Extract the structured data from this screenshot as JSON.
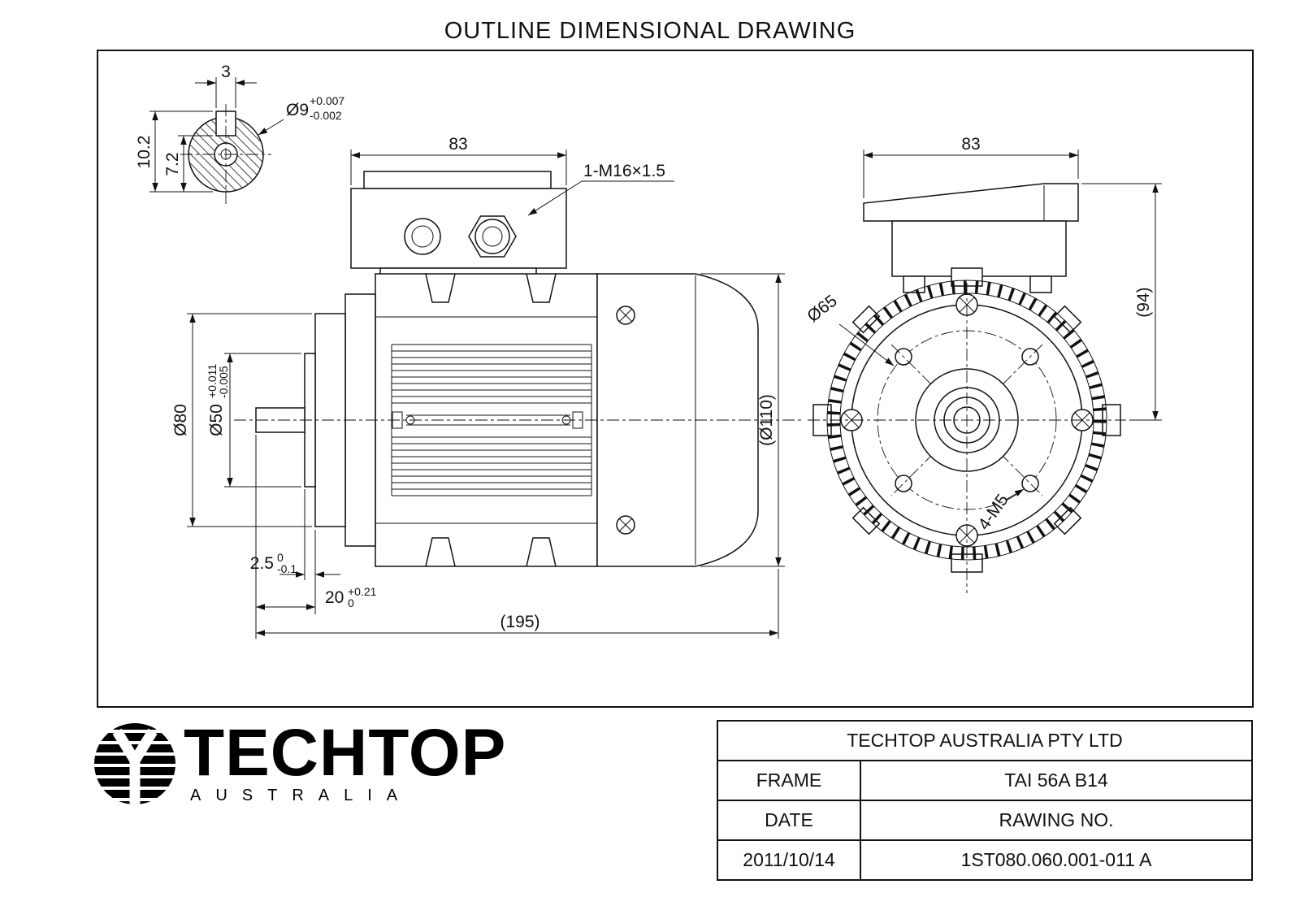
{
  "page": {
    "title": "OUTLINE DIMENSIONAL DRAWING"
  },
  "shaft_detail": {
    "keyway_width": "3",
    "height_over_key": "10.2",
    "depth": "7.2",
    "bore": "Ø9",
    "bore_tol_top": "+0.007",
    "bore_tol_bottom": "-0.002"
  },
  "side_view": {
    "terminal_box_width": "83",
    "gland": "1-M16×1.5",
    "flange_dia": "Ø80",
    "spigot_dia": "Ø50",
    "spigot_tol_top": "+0.011",
    "spigot_tol_bottom": "-0.005",
    "spigot_depth": "2.5",
    "spigot_depth_tol_top": "0",
    "spigot_depth_tol_bottom": "-0.1",
    "shaft_length": "20",
    "shaft_length_tol_top": "+0.21",
    "shaft_length_tol_bottom": "0",
    "overall_length": "(195)",
    "body_dia": "(Ø110)"
  },
  "end_view": {
    "terminal_box_width": "83",
    "box_height": "(94)",
    "register_dia": "Ø65",
    "mounting_holes": "4-M5"
  },
  "logo": {
    "brand": "TECHTOP",
    "country": "AUSTRALIA"
  },
  "title_block": {
    "company": "TECHTOP AUSTRALIA PTY LTD",
    "frame_label": "FRAME",
    "frame_value": "TAI 56A B14",
    "date_label": "DATE",
    "drawing_label": "RAWING NO.",
    "date_value": "2011/10/14",
    "drawing_value": "1ST080.060.001-011 A"
  }
}
